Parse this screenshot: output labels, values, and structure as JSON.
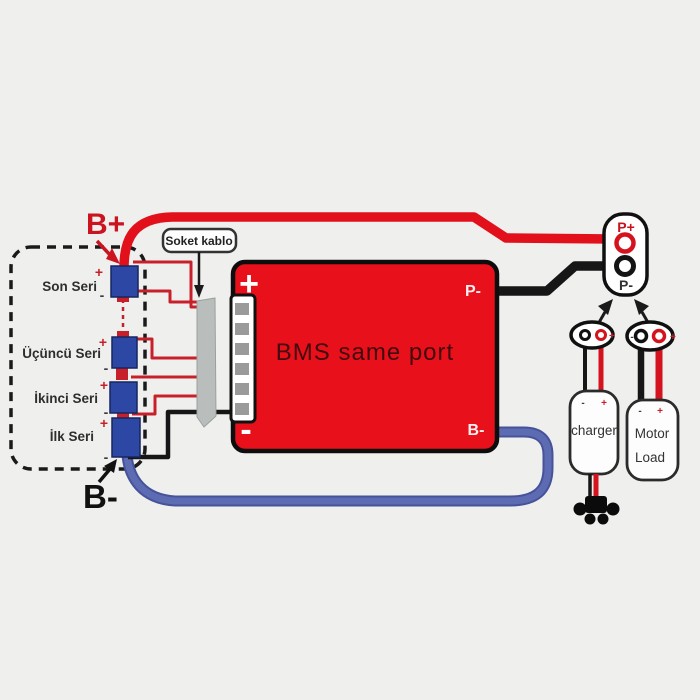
{
  "colors": {
    "background": "#eff0ee",
    "board_red": "#e8101b",
    "wire_red": "#e2101b",
    "balance_red": "#c8202a",
    "wire_blue": "#5d6bb2",
    "wire_blue_edge": "#46539b",
    "battery_blue": "#2d47a5",
    "wire_black": "#161616"
  },
  "pack": {
    "b_plus_label": "B+",
    "b_minus_label": "B-",
    "cells": [
      {
        "label": "Son Seri"
      },
      {
        "label": "Üçüncü Seri"
      },
      {
        "label": "İkinci Seri"
      },
      {
        "label": "İlk Seri"
      }
    ]
  },
  "polarity": {
    "plus": "+",
    "minus": "-"
  },
  "socket_cable": {
    "label": "Soket kablo"
  },
  "bms": {
    "title": "BMS same port",
    "plus_terminal": "+",
    "minus_terminal": "-",
    "p_minus_terminal": "P-",
    "b_minus_terminal": "B-"
  },
  "output_connector": {
    "p_plus": "P+",
    "p_minus": "P-"
  },
  "charger": {
    "label": "charger"
  },
  "motor_load": {
    "line1": "Motor",
    "line2": "Load"
  }
}
